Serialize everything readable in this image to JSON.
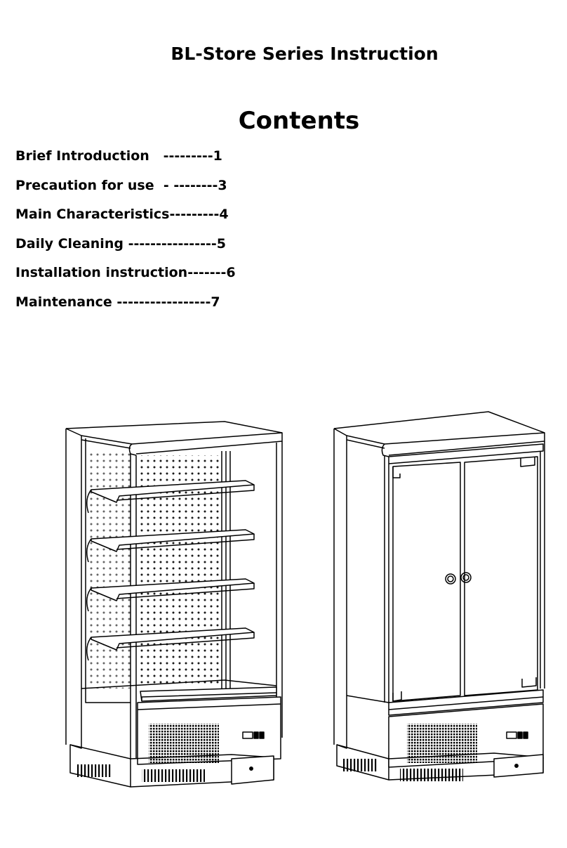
{
  "document": {
    "title": "BL-Store Series Instruction",
    "contents_heading": "Contents",
    "toc": [
      {
        "text": "Brief Introduction   ---------1"
      },
      {
        "text": "Precaution for use  - --------3"
      },
      {
        "text": "Main Characteristics---------4"
      },
      {
        "text": "Daily Cleaning ----------------5"
      },
      {
        "text": "Installation instruction-------6"
      },
      {
        "text": "Maintenance -----------------7"
      }
    ]
  },
  "figure": {
    "items": [
      "open-display-cabinet",
      "double-door-display-cabinet"
    ]
  }
}
